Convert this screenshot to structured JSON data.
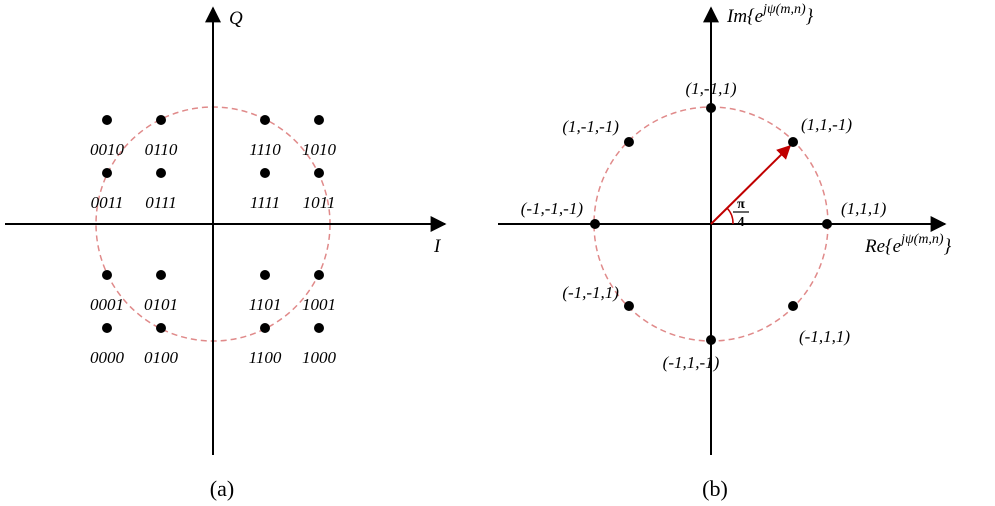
{
  "panel_a": {
    "caption": "(a)",
    "x_axis_label": "I",
    "y_axis_label": "Q",
    "circle_color": "#e08a8a",
    "points": [
      {
        "i": -3,
        "q": 3,
        "bits": "0010"
      },
      {
        "i": -1,
        "q": 3,
        "bits": "0110"
      },
      {
        "i": 1,
        "q": 3,
        "bits": "1110"
      },
      {
        "i": 3,
        "q": 3,
        "bits": "1010"
      },
      {
        "i": -3,
        "q": 1,
        "bits": "0011"
      },
      {
        "i": -1,
        "q": 1,
        "bits": "0111"
      },
      {
        "i": 1,
        "q": 1,
        "bits": "1111"
      },
      {
        "i": 3,
        "q": 1,
        "bits": "1011"
      },
      {
        "i": -3,
        "q": -1,
        "bits": "0001"
      },
      {
        "i": -1,
        "q": -1,
        "bits": "0101"
      },
      {
        "i": 1,
        "q": -1,
        "bits": "1101"
      },
      {
        "i": 3,
        "q": -1,
        "bits": "1001"
      },
      {
        "i": -3,
        "q": -3,
        "bits": "0000"
      },
      {
        "i": -1,
        "q": -3,
        "bits": "0100"
      },
      {
        "i": 1,
        "q": -3,
        "bits": "1100"
      },
      {
        "i": 3,
        "q": -3,
        "bits": "1000"
      }
    ]
  },
  "panel_b": {
    "caption": "(b)",
    "x_axis_label": "Re{e^{jψ(m,n)}}",
    "y_axis_label": "Im{e^{jψ(m,n)}}",
    "angle_numerator": "π",
    "angle_denominator": "4",
    "arrow_color": "#c00000",
    "circle_color": "#e08a8a",
    "points": [
      {
        "angle_deg": 0,
        "label": "(1,1,1)"
      },
      {
        "angle_deg": 45,
        "label": "(1,1,-1)"
      },
      {
        "angle_deg": 90,
        "label": "(1,-1,1)"
      },
      {
        "angle_deg": 135,
        "label": "(1,-1,-1)"
      },
      {
        "angle_deg": 180,
        "label": "(-1,-1,-1)"
      },
      {
        "angle_deg": 225,
        "label": "(-1,-1,1)"
      },
      {
        "angle_deg": 270,
        "label": "(-1,1,-1)"
      },
      {
        "angle_deg": 315,
        "label": "(-1,1,1)"
      }
    ]
  }
}
